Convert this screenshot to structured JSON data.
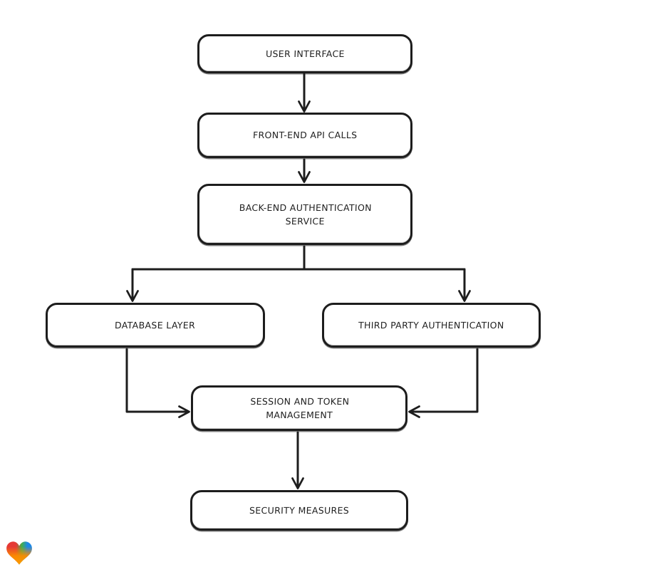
{
  "app": {
    "background_color": "#ffffff",
    "watermark_icon": "gradient-heart-icon"
  },
  "diagram": {
    "type": "flowchart",
    "direction": "top-down",
    "style": "hand-drawn",
    "stroke_color": "#1d1d1d",
    "node_fill_color": "#ffffff",
    "text_color": "#1f1f1f",
    "nodes": [
      {
        "id": "user-interface",
        "label": "USER INTERFACE"
      },
      {
        "id": "front-end-api-calls",
        "label": "FRONT-END API CALLS"
      },
      {
        "id": "back-end-authentication-service",
        "label": "BACK-END AUTHENTICATION SERVICE"
      },
      {
        "id": "database-layer",
        "label": "DATABASE LAYER"
      },
      {
        "id": "third-party-authentication",
        "label": "THIRD PARTY AUTHENTICATION"
      },
      {
        "id": "session-and-token-management",
        "label": "SESSION AND TOKEN MANAGEMENT"
      },
      {
        "id": "security-measures",
        "label": "SECURITY MEASURES"
      }
    ],
    "edges": [
      {
        "from": "user-interface",
        "to": "front-end-api-calls",
        "arrow": "down"
      },
      {
        "from": "front-end-api-calls",
        "to": "back-end-authentication-service",
        "arrow": "down"
      },
      {
        "from": "back-end-authentication-service",
        "to": "database-layer",
        "arrow": "down"
      },
      {
        "from": "back-end-authentication-service",
        "to": "third-party-authentication",
        "arrow": "down"
      },
      {
        "from": "database-layer",
        "to": "session-and-token-management",
        "arrow": "right"
      },
      {
        "from": "third-party-authentication",
        "to": "session-and-token-management",
        "arrow": "left"
      },
      {
        "from": "session-and-token-management",
        "to": "security-measures",
        "arrow": "down"
      }
    ],
    "logo_colors": [
      "#e53935",
      "#43b049",
      "#1e88e5",
      "#fb8c00"
    ]
  }
}
